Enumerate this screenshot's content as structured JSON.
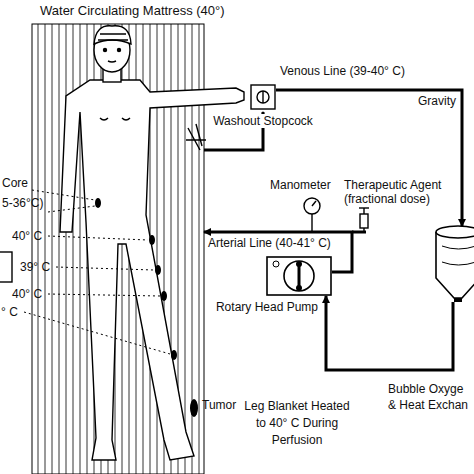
{
  "diagram": {
    "nodes": [
      {
        "text": [
          "Washout Stopcock"
        ]
      },
      {
        "text": [
          "Rotary Head Pump"
        ]
      },
      {
        "text": [
          "Bubble Oxyge",
          "& Heat Exchan"
        ]
      }
    ],
    "edges": [
      {
        "from": 0,
        "to": 2,
        "arrow": "to",
        "label": "Venous Line (39-40° C)"
      },
      {
        "from": 2,
        "to": 1,
        "arrow": "to"
      }
    ],
    "labels": [
      "Water Circulating Mattress (40°)",
      "Core",
      "5-36°C)",
      "Gravity",
      "Manometer",
      "Therapeutic Agent (fractional dose)",
      "Arterial Line (40-41° C)",
      "40° C",
      "39° C",
      "40° C",
      "° C",
      "Tumor",
      "Leg Blanket Heated to 40° C During Perfusion"
    ]
  }
}
